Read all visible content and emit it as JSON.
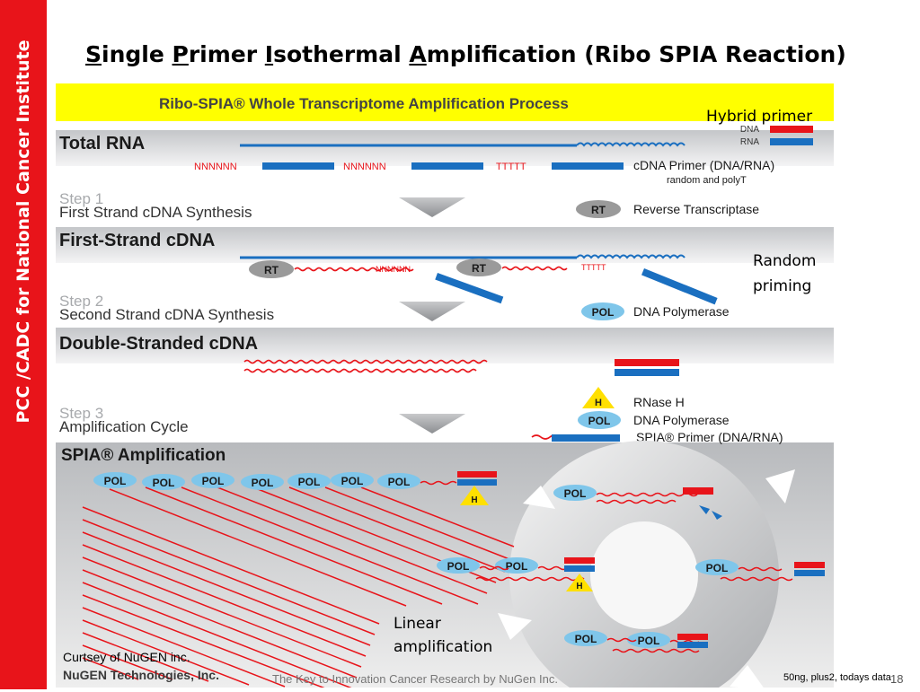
{
  "sidebar": {
    "text": "PCC /CADC for National Cancer Institute"
  },
  "title": {
    "s1": "S",
    "s2": "ingle ",
    "p1": "P",
    "p2": "rimer ",
    "i1": "I",
    "i2": "sothermal ",
    "a1": "A",
    "a2": "mplification (Ribo SPIA Reaction)"
  },
  "figure": {
    "banner": "Ribo-SPIA® Whole Transcriptome Amplification Process",
    "total_rna": "Total RNA",
    "legend_dna": "DNA",
    "legend_rna": "RNA",
    "nnn": "NNNNNN",
    "ttt": "TTTTT",
    "cdna_primer": "cDNA Primer (DNA/RNA)",
    "cdna_primer_sub": "random and polyT",
    "step1": "Step 1",
    "step1_desc": "First Strand cDNA Synthesis",
    "rt": "RT",
    "rt_desc": "Reverse Transcriptase",
    "first_strand": "First-Strand cDNA",
    "step2": "Step 2",
    "step2_desc": "Second Strand cDNA Synthesis",
    "pol": "POL",
    "pol_desc": "DNA Polymerase",
    "double_stranded": "Double-Stranded cDNA",
    "step3": "Step 3",
    "step3_desc": "Amplification Cycle",
    "h": "H",
    "rnase_desc": "RNase H",
    "pol_desc2": "DNA Polymerase",
    "spia_primer": "SPIA® Primer (DNA/RNA)",
    "spia_amp": "SPIA® Amplification",
    "nugen_tech": "NuGEN Technologies, Inc."
  },
  "labels": {
    "hybrid_primer": "Hybrid primer",
    "random_priming_1": "Random",
    "random_priming_2": "priming",
    "linear_1": "Linear",
    "linear_2": "amplification"
  },
  "credit": "Curtsey of NuGEN inc.",
  "footer": {
    "center": "The Key to Innovation Cancer Research by NuGen Inc.",
    "right": "50ng, plus2, todays data",
    "page": "18"
  },
  "colors": {
    "sidebar": "#e8141a",
    "banner": "#ffff00",
    "dna": "#e8141a",
    "rna": "#1a6fc0",
    "rt_oval": "#9a9a9a",
    "pol_oval": "#7fc6ea",
    "h_triangle": "#ffe000"
  }
}
